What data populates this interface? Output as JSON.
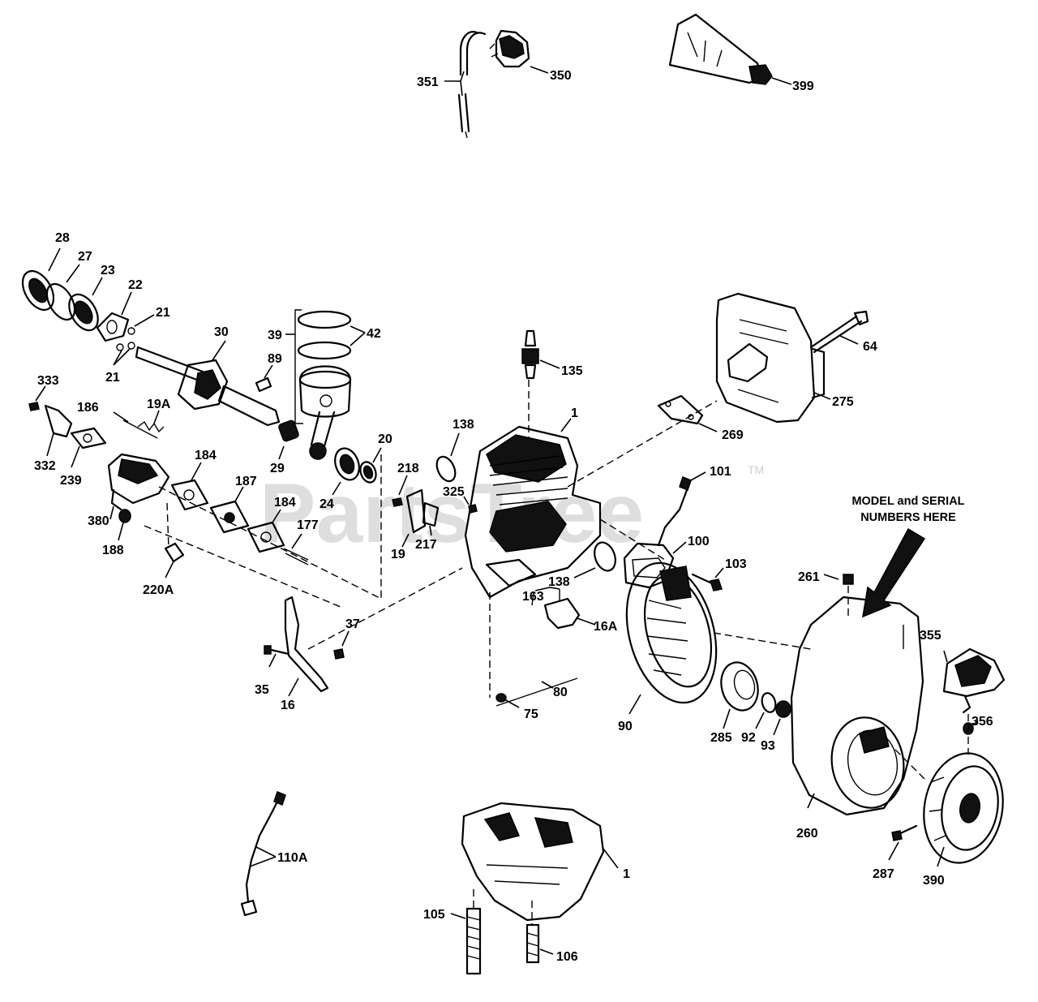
{
  "watermark": {
    "text": "PartsTree",
    "trademark": "TM"
  },
  "note": {
    "line1": "MODEL and SERIAL",
    "line2": "NUMBERS HERE"
  },
  "callouts": {
    "c351": "351",
    "c350": "350",
    "c399": "399",
    "c28": "28",
    "c27": "27",
    "c23": "23",
    "c22": "22",
    "c21a": "21",
    "c21b": "21",
    "c30": "30",
    "c39": "39",
    "c42": "42",
    "c89": "89",
    "c135": "135",
    "c64": "64",
    "c275": "275",
    "c333": "333",
    "c186": "186",
    "c19A": "19A",
    "c332": "332",
    "c239": "239",
    "c184a": "184",
    "c187": "187",
    "c184b": "184",
    "c29": "29",
    "c20": "20",
    "c24": "24",
    "c380": "380",
    "c188": "188",
    "c220A": "220A",
    "c177": "177",
    "c218": "218",
    "c325": "325",
    "c19": "19",
    "c217": "217",
    "c138a": "138",
    "c1a": "1",
    "c269": "269",
    "c101": "101",
    "c100": "100",
    "c103": "103",
    "c138b": "138",
    "c163": "163",
    "c16A": "16A",
    "c80": "80",
    "c75": "75",
    "c37": "37",
    "c35": "35",
    "c16": "16",
    "c90": "90",
    "c285": "285",
    "c92": "92",
    "c93": "93",
    "c261": "261",
    "c355": "355",
    "c356": "356",
    "c260": "260",
    "c287": "287",
    "c390": "390",
    "c110A": "110A",
    "c1b": "1",
    "c105": "105",
    "c106": "106"
  }
}
